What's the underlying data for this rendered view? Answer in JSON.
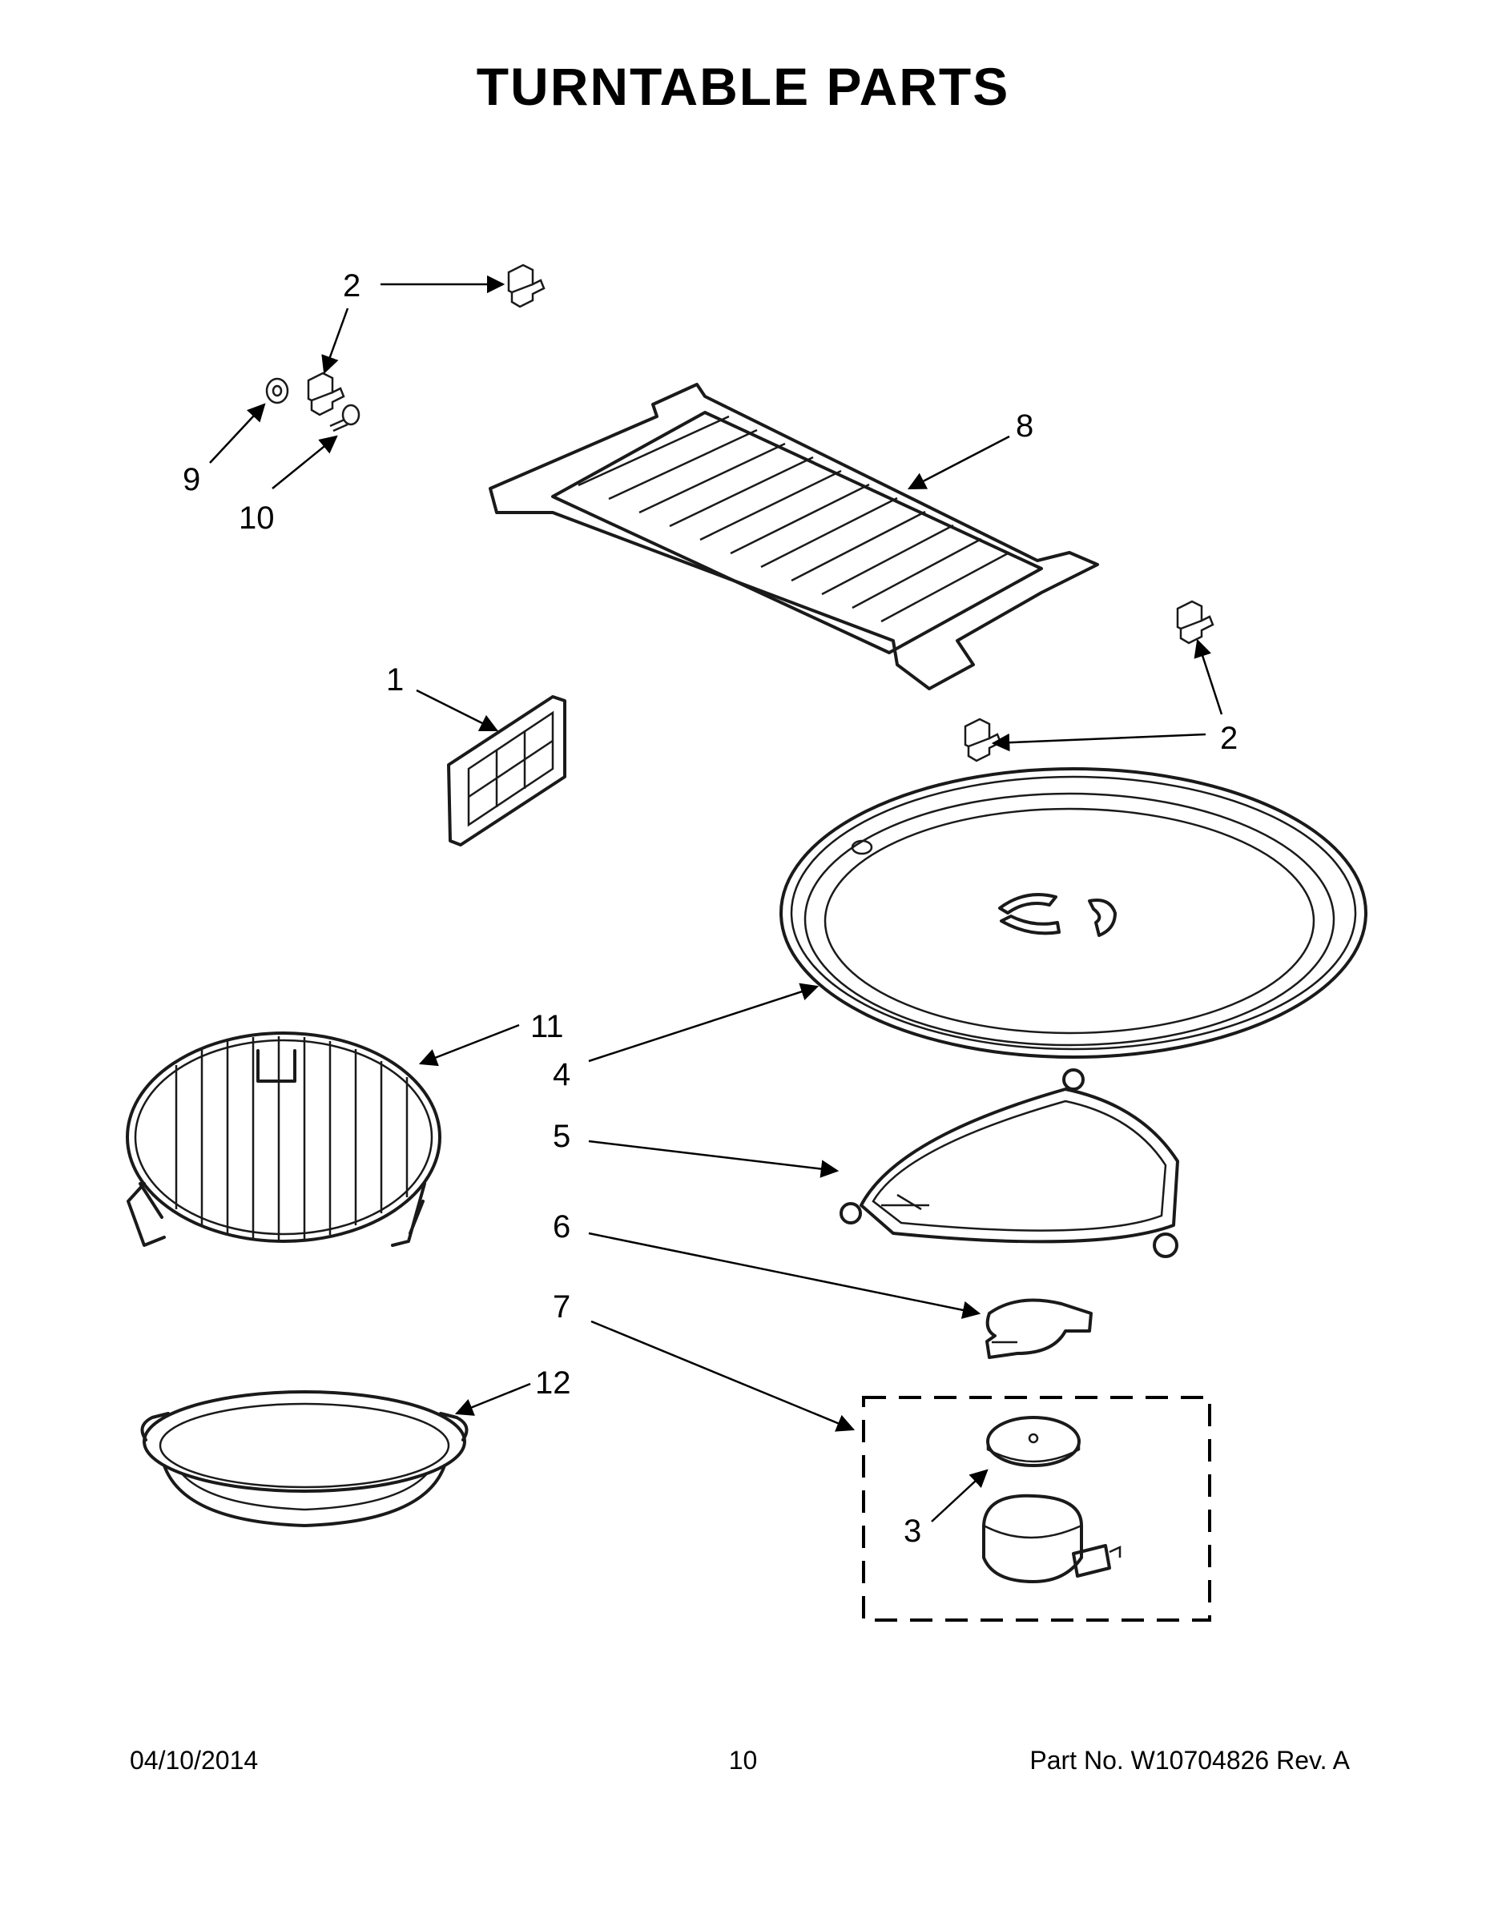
{
  "title": "TURNTABLE PARTS",
  "callouts": [
    {
      "id": "c2a",
      "label": "2"
    },
    {
      "id": "c2b",
      "label": "2"
    },
    {
      "id": "c2c",
      "label": "2"
    },
    {
      "id": "c1",
      "label": "1"
    },
    {
      "id": "c3",
      "label": "3"
    },
    {
      "id": "c4",
      "label": "4"
    },
    {
      "id": "c5",
      "label": "5"
    },
    {
      "id": "c6",
      "label": "6"
    },
    {
      "id": "c7",
      "label": "7"
    },
    {
      "id": "c8",
      "label": "8"
    },
    {
      "id": "c9",
      "label": "9"
    },
    {
      "id": "c10",
      "label": "10"
    },
    {
      "id": "c11",
      "label": "11"
    },
    {
      "id": "c12",
      "label": "12"
    }
  ],
  "footer": {
    "date": "04/10/2014",
    "page": "10",
    "part": "Part No.  W10704826  Rev.  A"
  }
}
